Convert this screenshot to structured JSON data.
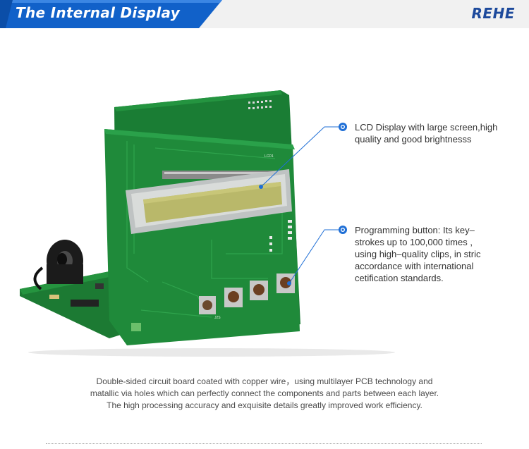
{
  "header": {
    "title": "The Internal Display",
    "brand": "REHE",
    "banner_color": "#1161c9",
    "brand_color": "#1d4a9c"
  },
  "callouts": {
    "lcd": {
      "line1": "LCD Display with large screen,high",
      "line2": "quality and good brightnesss"
    },
    "button": {
      "line1": "Programming button:  Its key–",
      "line2": "strokes up to 100,000 times ,",
      "line3": "using high–quality clips, in stric",
      "line4": "accordance with international",
      "line5": "cetification standards."
    },
    "marker_color": "#1f6fd6"
  },
  "caption": {
    "line1": "Double-sided circuit board coated with copper wire，using multilayer PCB technology and",
    "line2": "matallic via holes which can perfectly connect the components and parts between each layer.",
    "line3": "The high processing accuracy and exquisite details greatly improved work efficiency."
  },
  "board": {
    "pcb_color": "#1f8a3a",
    "lcd_color": "#b9b86a",
    "silkscreen": {
      "lcd": "LCD1",
      "switch": "J2S"
    }
  }
}
